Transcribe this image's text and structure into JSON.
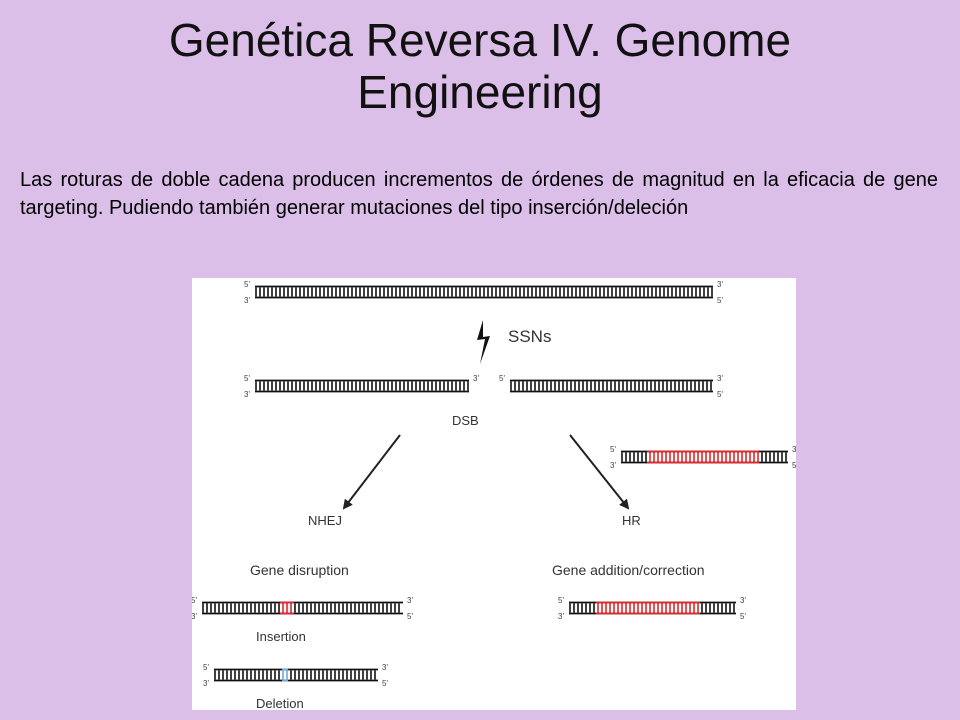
{
  "slide": {
    "title_line1": "Genética Reversa IV. Genome",
    "title_line2": "Engineering",
    "body": "Las roturas de doble cadena producen incrementos de órdenes de magnitud en la eficacia de gene targeting. Pudiendo también generar mutaciones del tipo inserción/deleción"
  },
  "diagram": {
    "ssns": "SSNs",
    "dsb": "DSB",
    "nhej": "NHEJ",
    "hr": "HR",
    "gene_disruption": "Gene disruption",
    "gene_addition": "Gene addition/correction",
    "insertion": "Insertion",
    "deletion": "Deletion",
    "five_prime": "5'",
    "three_prime": "3'",
    "colors": {
      "dna": "#111111",
      "inserted_dna": "#e0272b",
      "deleted_mark": "#6fa8dc"
    }
  }
}
